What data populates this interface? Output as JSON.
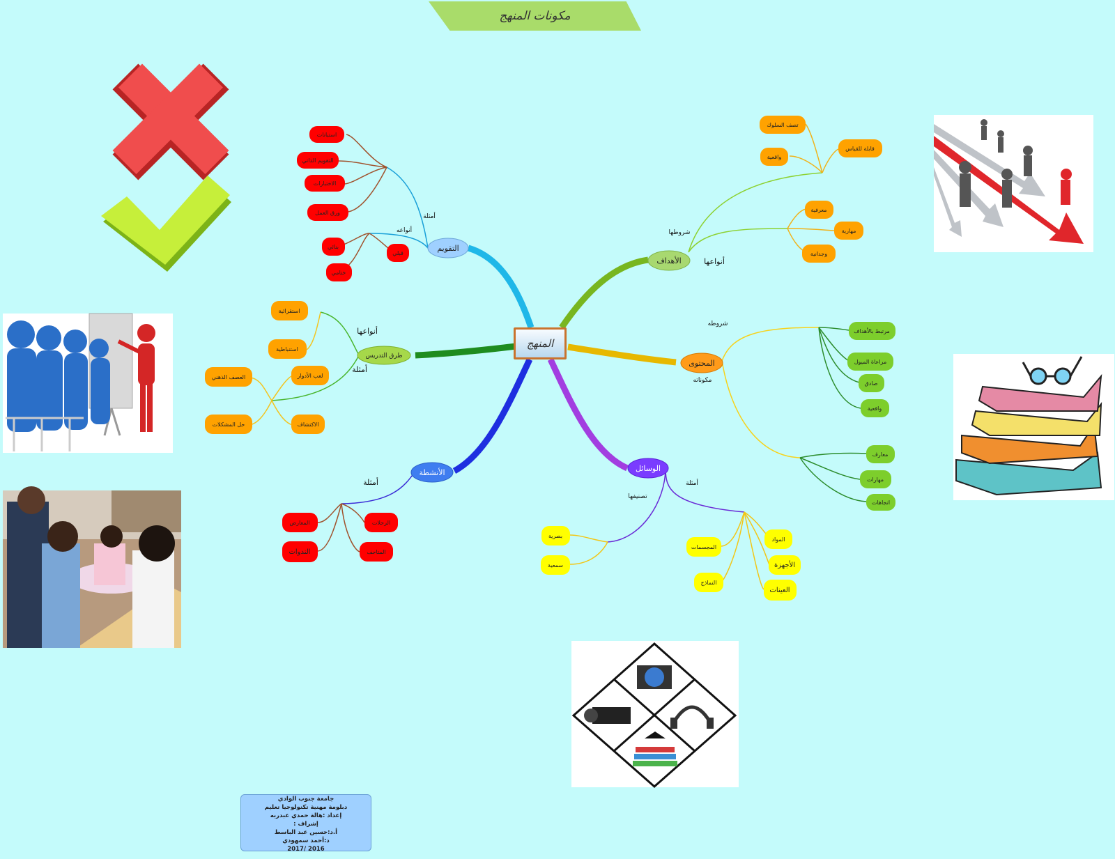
{
  "title": "مكونات المنهج",
  "center": "المنهج",
  "colors": {
    "background": "#c4fbfb",
    "red_node": "#ff0000",
    "orange_node": "#ffa200",
    "green_node": "#7dce2c",
    "yellow_node": "#ffff00",
    "evaluation": "#9fd0ff",
    "goals": "#a8d870",
    "content": "#ff9b1a",
    "means": "#7a3cff",
    "activities": "#3f7df0",
    "methods": "#a6d84a"
  },
  "branches": {
    "evaluation": {
      "label": "التقويم",
      "sub1": "أنواعه",
      "types": [
        "قبلي",
        "بنائي",
        "ختامي"
      ],
      "sub2": "أمثلة",
      "examples": [
        "استبانات",
        "التقويم الذاتي",
        "الاختبارات",
        "ورق العمل"
      ]
    },
    "goals": {
      "label": "الأهداف",
      "sub1": "شروطها",
      "conditions": [
        "تصف السلوك",
        "واقعية",
        "قابلة للقياس"
      ],
      "sub2": "أنواعها",
      "types": [
        "معرفية",
        "مهارية",
        "وجدانية"
      ]
    },
    "content": {
      "label": "المحتوى",
      "sub1": "شروطه",
      "conditions": [
        "مرتبط بالأهداف",
        "مراعاة الميول",
        "صادق",
        "واقعية"
      ],
      "sub2": "مكوناته",
      "components": [
        "معارف",
        "مهارات",
        "اتجاهات"
      ]
    },
    "means": {
      "label": "الوسائل",
      "sub1": "تصنيفها",
      "types": [
        "بصرية",
        "سمعية"
      ],
      "sub2": "أمثلة",
      "examples": [
        "المواد",
        "المجسمات",
        "الأجهزة",
        "النماذج",
        "العينات"
      ]
    },
    "activities": {
      "label": "الأنشطة",
      "sub1": "أمثلة",
      "examples": [
        "المعارض",
        "الرحلات",
        "الندوات",
        "المتاحف"
      ]
    },
    "methods": {
      "label": "طرق التدريس",
      "sub1": "أنواعها",
      "types": [
        "استقرائية",
        "استنباطية"
      ],
      "sub2": "أمثلة",
      "examples": [
        "العصف الذهني",
        "لعب الأدوار",
        "حل المشكلات",
        "الاكتشاف"
      ]
    }
  },
  "credits": [
    "جامعة جنوب الوادي",
    "دبلومة مهنية تكنولوجيا تعليم",
    "إعداد :هالة حمدي عبدربه",
    "إشراف :",
    "أ.د:حسين عبد الباسط",
    "د:أحمد سمهودي",
    "2016 /2017"
  ],
  "images": [
    "cross-icon",
    "checkmark-icon",
    "classroom-illustration",
    "children-activity-photo",
    "runners-illustration",
    "books-stack-illustration",
    "media-diamond-illustration"
  ]
}
